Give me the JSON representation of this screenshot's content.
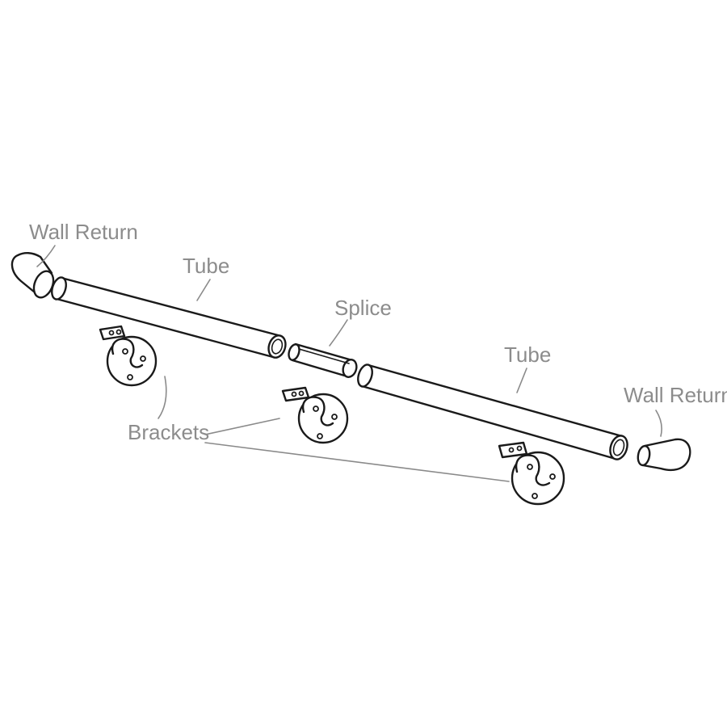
{
  "labels": {
    "wall_return_left": "Wall Return",
    "tube_left": "Tube",
    "splice": "Splice",
    "tube_right": "Tube",
    "wall_return_right": "Wall Return",
    "brackets": "Brackets"
  },
  "colors": {
    "line_art": "#1a1a1a",
    "label_text": "#8c8c8c",
    "leader_line": "#8a8a8a",
    "background": "#ffffff"
  }
}
